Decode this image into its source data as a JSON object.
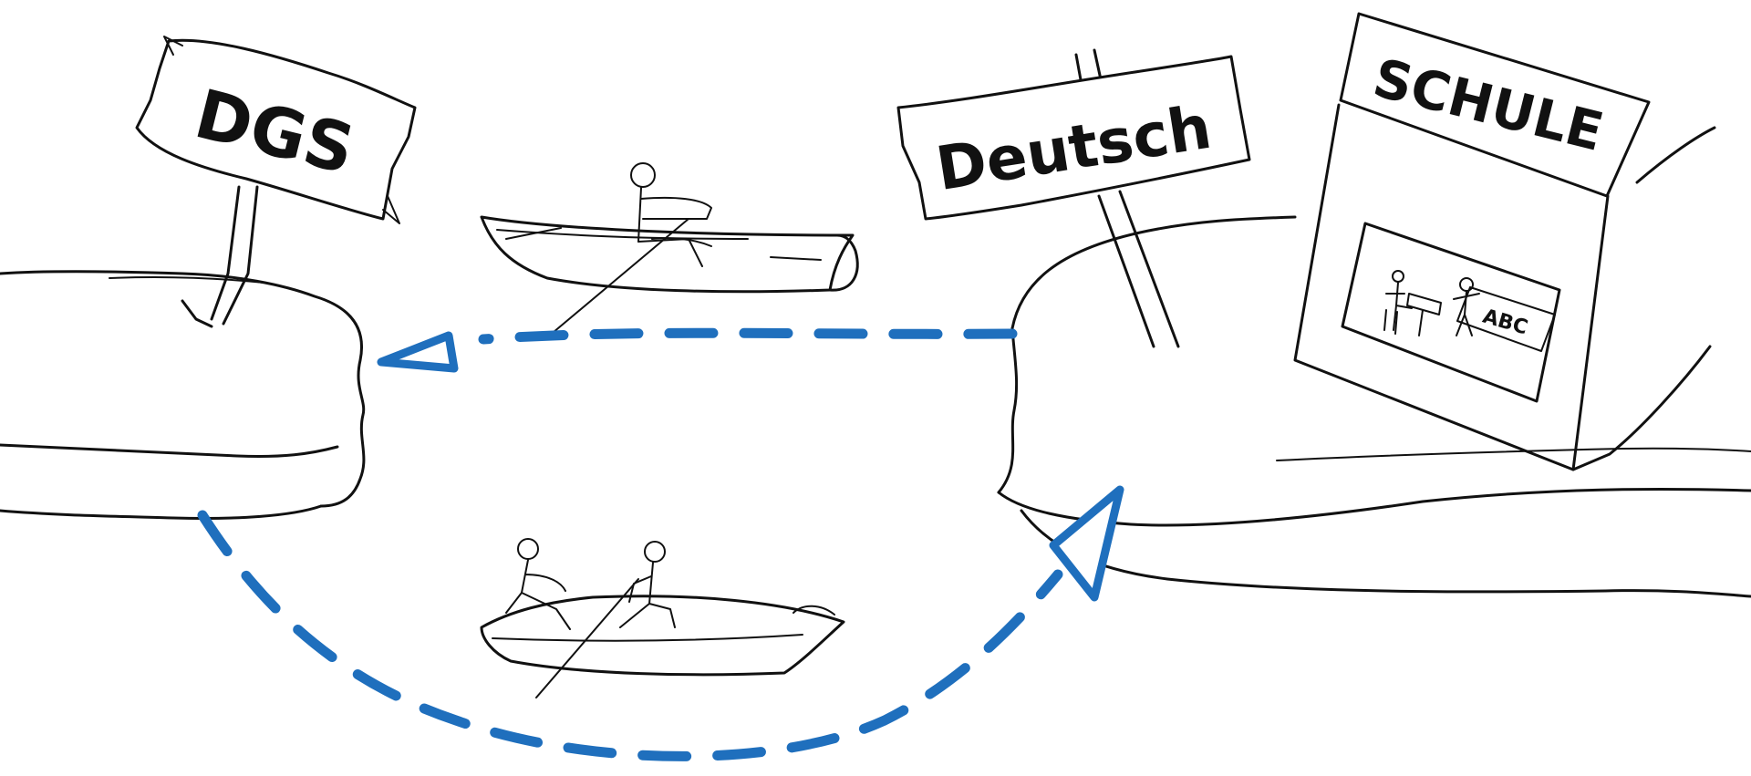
{
  "signs": {
    "left": "DGS",
    "middle": "Deutsch",
    "school": "SCHULE"
  },
  "blackboard_text": "ABC",
  "colors": {
    "ink": "#111111",
    "route": "#1f6fbd",
    "background": "#ffffff"
  }
}
